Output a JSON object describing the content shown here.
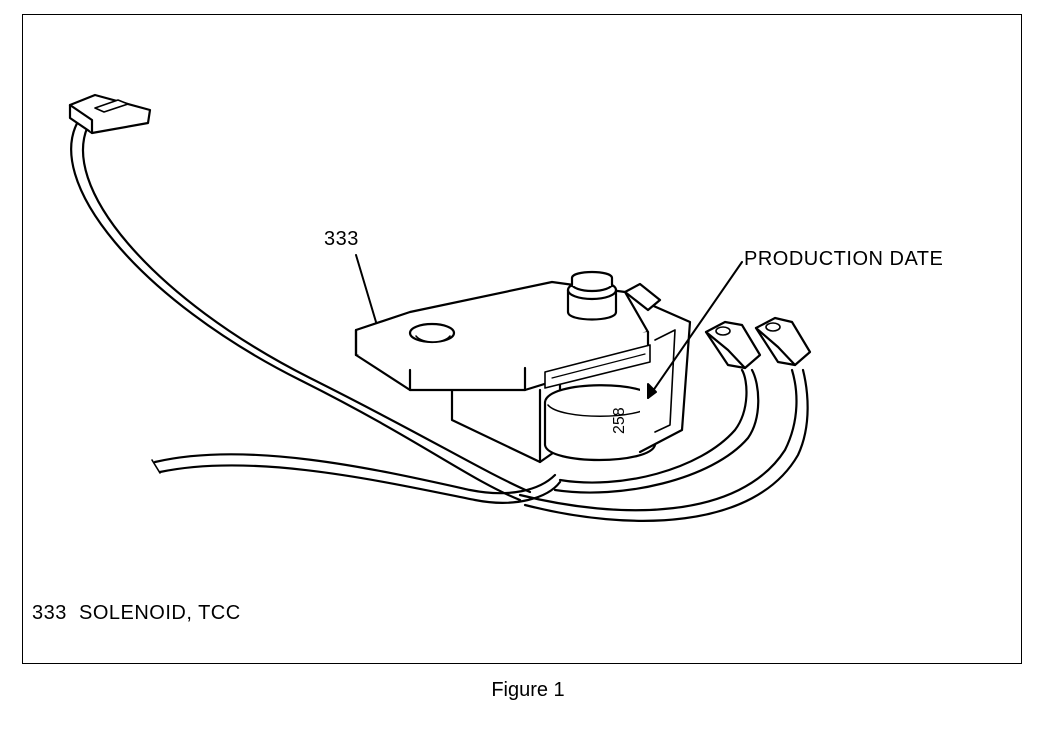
{
  "callouts": {
    "part_number": "333",
    "production_date": "PRODUCTION DATE"
  },
  "date_code": "258",
  "legend": "333  SOLENOID, TCC",
  "caption": "Figure 1"
}
